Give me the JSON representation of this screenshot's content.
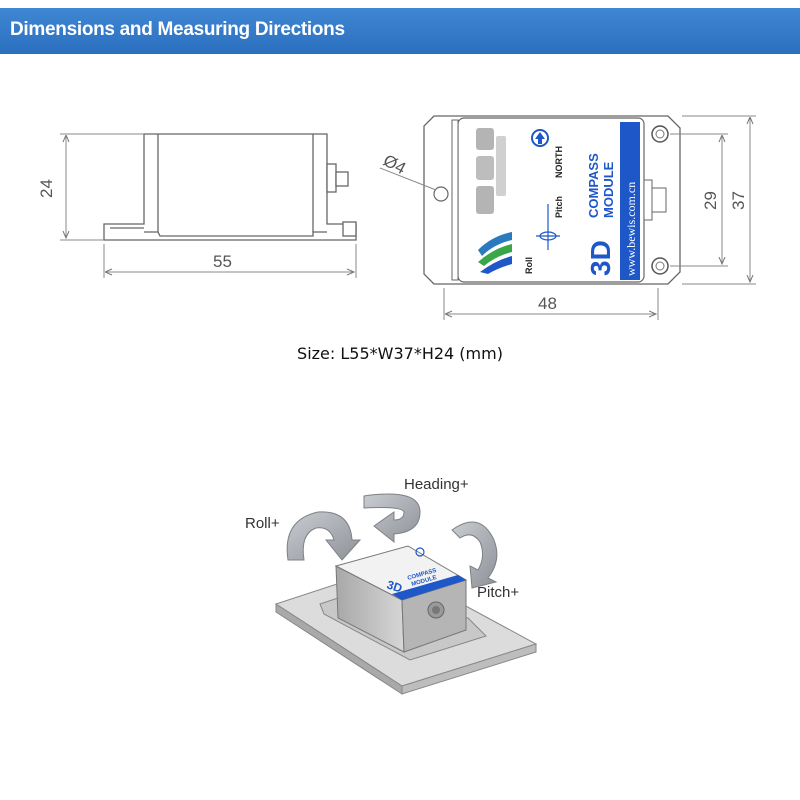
{
  "header": {
    "title": "Dimensions and Measuring Directions"
  },
  "dimensions": {
    "height": "24",
    "length": "55",
    "hole_diameter": "Ø4",
    "hole_spacing": "29",
    "width": "37",
    "body_length": "48"
  },
  "label": {
    "north": "NORTH",
    "pitch": "Pitch",
    "roll": "Roll",
    "title_3d": "3D",
    "compass": "COMPASS",
    "module": "MODULE",
    "url": "www.bewis.com.cn"
  },
  "caption": "Size: L55*W37*H24 (mm)",
  "axes": {
    "heading": "Heading+",
    "roll": "Roll+",
    "pitch": "Pitch+"
  },
  "colors": {
    "header": "#3a7fcc",
    "label_blue": "#1e57c8"
  }
}
